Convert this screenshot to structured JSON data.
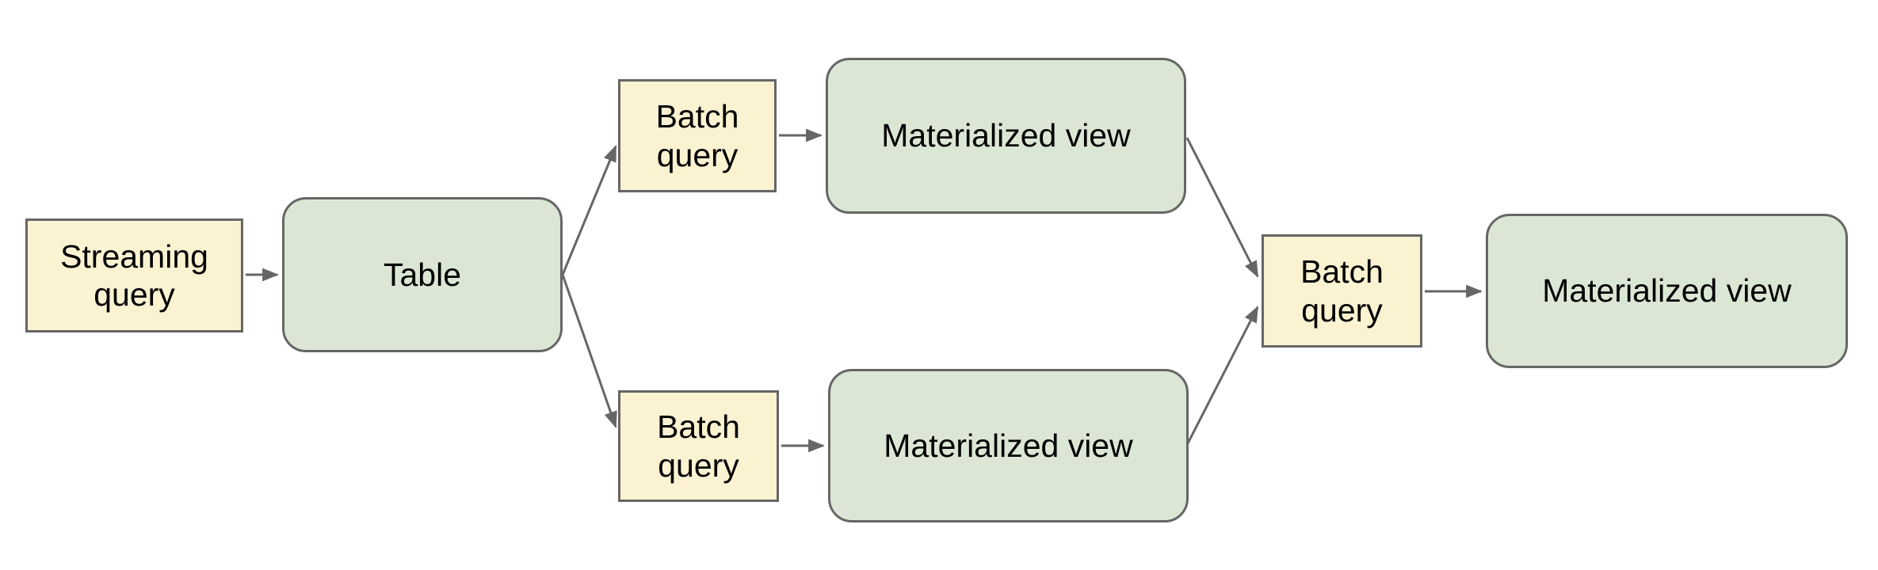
{
  "diagram": {
    "nodes": {
      "streaming_query": {
        "label": "Streaming query",
        "kind": "query"
      },
      "table": {
        "label": "Table",
        "kind": "data"
      },
      "batch_query_top": {
        "label": "Batch query",
        "kind": "query"
      },
      "materialized_view_top": {
        "label": "Materialized view",
        "kind": "data"
      },
      "batch_query_bottom": {
        "label": "Batch query",
        "kind": "query"
      },
      "materialized_view_bottom": {
        "label": "Materialized view",
        "kind": "data"
      },
      "batch_query_right": {
        "label": "Batch query",
        "kind": "query"
      },
      "materialized_view_right": {
        "label": "Materialized view",
        "kind": "data"
      }
    },
    "edges": [
      {
        "from": "streaming_query",
        "to": "table"
      },
      {
        "from": "table",
        "to": "batch_query_top"
      },
      {
        "from": "table",
        "to": "batch_query_bottom"
      },
      {
        "from": "batch_query_top",
        "to": "materialized_view_top"
      },
      {
        "from": "batch_query_bottom",
        "to": "materialized_view_bottom"
      },
      {
        "from": "materialized_view_top",
        "to": "batch_query_right"
      },
      {
        "from": "materialized_view_bottom",
        "to": "batch_query_right"
      },
      {
        "from": "batch_query_right",
        "to": "materialized_view_right"
      }
    ],
    "colors": {
      "background": "#ffffff",
      "query_fill": "#faf2d1",
      "data_fill": "#dbe7d4",
      "border": "#666666",
      "arrow": "#666666",
      "text": "#000000"
    }
  }
}
